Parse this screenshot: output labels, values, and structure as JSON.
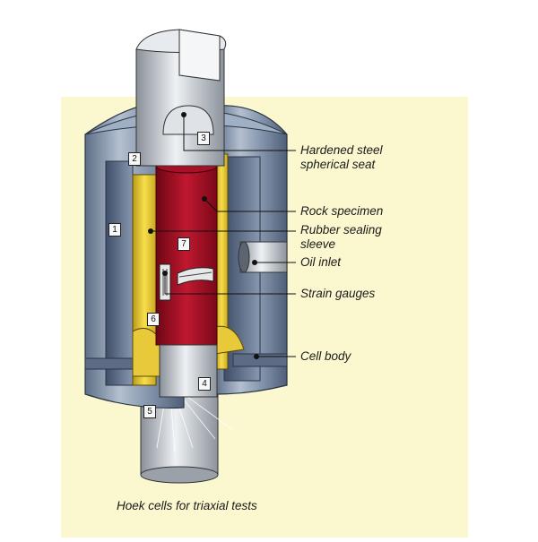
{
  "caption": "Hoek cells for triaxial tests",
  "labels": {
    "seat_line1": "Hardened  steel",
    "seat_line2": "spherical seat",
    "specimen": "Rock specimen",
    "sleeve_line1": "Rubber sealing",
    "sleeve_line2": "sleeve",
    "oil": "Oil inlet",
    "gauges": "Strain gauges",
    "body": "Cell body"
  },
  "numbers": {
    "n1": "1",
    "n2": "2",
    "n3": "3",
    "n4": "4",
    "n5": "5",
    "n6": "6",
    "n7": "7"
  },
  "colors": {
    "background_panel": "#fbf8cf",
    "cell_body": "#7f90a8",
    "specimen": "#b01028",
    "sleeve": "#f0d23a",
    "steel": "#c9cfd6"
  }
}
